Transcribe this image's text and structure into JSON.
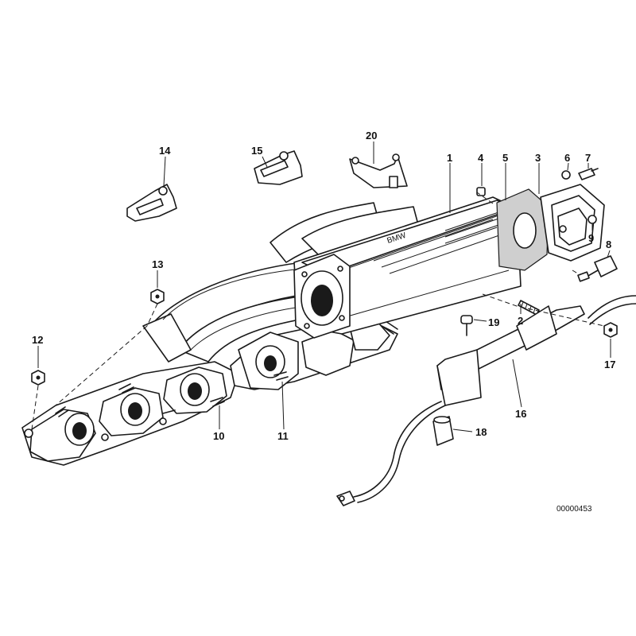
{
  "diagram": {
    "callouts": [
      "1",
      "2",
      "3",
      "4",
      "5",
      "6",
      "7",
      "8",
      "9",
      "10",
      "11",
      "12",
      "13",
      "14",
      "15",
      "16",
      "17",
      "18",
      "19",
      "20"
    ],
    "reference_code": "00000453",
    "intake_logo_text": "BMW"
  }
}
